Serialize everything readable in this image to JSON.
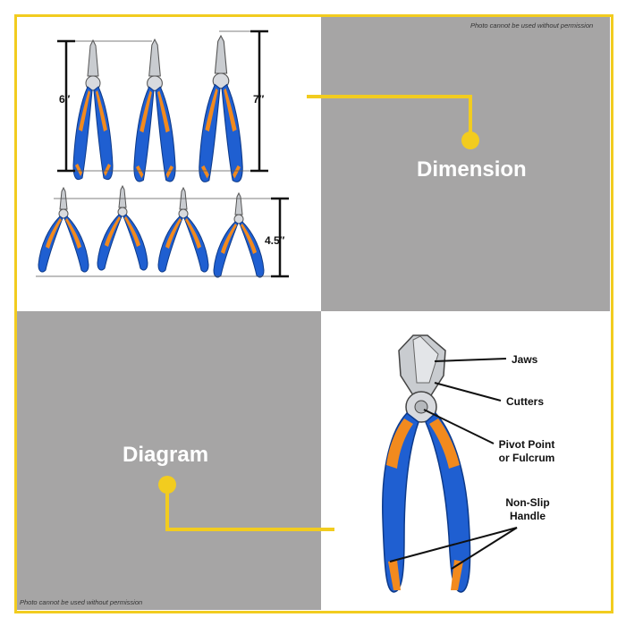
{
  "labels": {
    "dimension": "Dimension",
    "diagram": "Diagram"
  },
  "watermark": "Photo cannot be used without permission",
  "dimensions": {
    "six": "6″",
    "seven": "7″",
    "four_five": "4.5″"
  },
  "parts": {
    "jaws": "Jaws",
    "cutters": "Cutters",
    "pivot": "Pivot Point or Fulcrum",
    "handle": "Non-Slip Handle"
  },
  "colors": {
    "accent_yellow": "#f2cc1f",
    "handle_blue": "#1f5fd1",
    "handle_orange": "#f28a1e",
    "panel_gray": "#a6a5a5"
  }
}
